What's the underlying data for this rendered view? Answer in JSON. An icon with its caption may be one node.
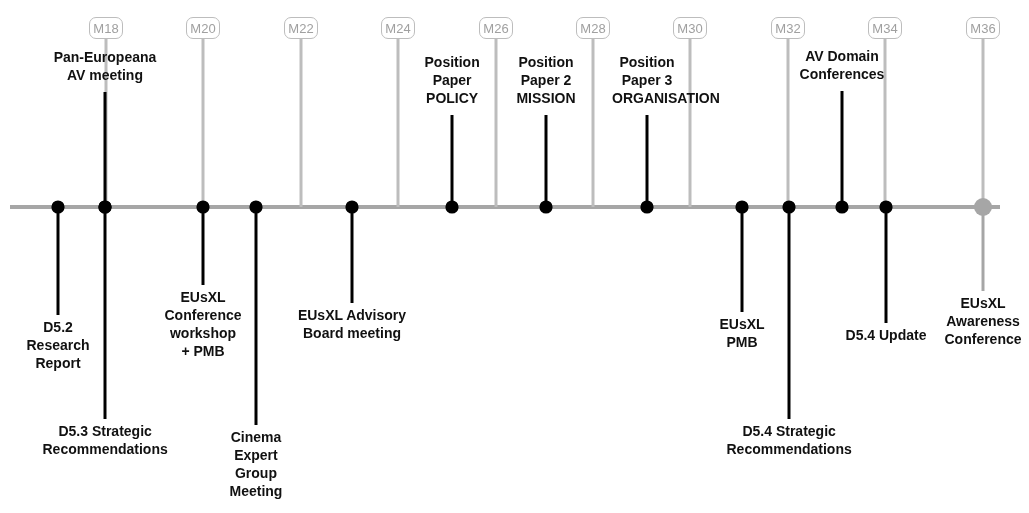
{
  "diagram": {
    "nodes": [
      {
        "text": [
          "M18"
        ]
      },
      {
        "text": [
          "M20"
        ]
      },
      {
        "text": [
          "M22"
        ]
      },
      {
        "text": [
          "M24"
        ]
      },
      {
        "text": [
          "M26"
        ]
      },
      {
        "text": [
          "M28"
        ]
      },
      {
        "text": [
          "M30"
        ]
      },
      {
        "text": [
          "M32"
        ]
      },
      {
        "text": [
          "M34"
        ]
      },
      {
        "text": [
          "M36"
        ]
      },
      {
        "text": [
          "Pan-Europeana AV meeting"
        ]
      },
      {
        "text": [
          "D5.2 Research Report"
        ]
      },
      {
        "text": [
          "D5.3 Strategic Recommendations"
        ]
      },
      {
        "text": [
          "EUsXL Conference workshop + PMB"
        ]
      },
      {
        "text": [
          "Cinema Expert Group Meeting"
        ]
      },
      {
        "text": [
          "EUsXL Advisory Board meeting"
        ]
      },
      {
        "text": [
          "Position Paper POLICY"
        ]
      },
      {
        "text": [
          "Position Paper 2 MISSION"
        ]
      },
      {
        "text": [
          "Position Paper 3 ORGANISATION"
        ]
      },
      {
        "text": [
          "EUsXL PMB"
        ]
      },
      {
        "text": [
          "D5.4 Strategic Recommendations"
        ]
      },
      {
        "text": [
          "AV Domain Conferences"
        ]
      },
      {
        "text": [
          "D5.4 Update"
        ]
      },
      {
        "text": [
          "EUsXL Awareness Conference"
        ]
      }
    ],
    "edges": [
      {
        "from": 0,
        "to": null,
        "arrow": "none",
        "color": "#bdbdbd"
      },
      {
        "from": 1,
        "to": null,
        "arrow": "none",
        "color": "#bdbdbd"
      },
      {
        "from": 2,
        "to": null,
        "arrow": "none",
        "color": "#bdbdbd"
      },
      {
        "from": 3,
        "to": null,
        "arrow": "none",
        "color": "#bdbdbd"
      },
      {
        "from": 4,
        "to": null,
        "arrow": "none",
        "color": "#bdbdbd"
      },
      {
        "from": 5,
        "to": null,
        "arrow": "none",
        "color": "#bdbdbd"
      },
      {
        "from": 6,
        "to": null,
        "arrow": "none",
        "color": "#bdbdbd"
      },
      {
        "from": 7,
        "to": null,
        "arrow": "none",
        "color": "#bdbdbd"
      },
      {
        "from": 8,
        "to": null,
        "arrow": "none",
        "color": "#bdbdbd"
      },
      {
        "from": 9,
        "to": null,
        "arrow": "none",
        "color": "#bdbdbd"
      },
      {
        "from": 10,
        "to": null,
        "arrow": "other"
      },
      {
        "from": 11,
        "to": null,
        "arrow": "other"
      },
      {
        "from": 12,
        "to": null,
        "arrow": "other"
      },
      {
        "from": 13,
        "to": null,
        "arrow": "other"
      },
      {
        "from": 14,
        "to": null,
        "arrow": "other"
      },
      {
        "from": 15,
        "to": null,
        "arrow": "other"
      },
      {
        "from": 16,
        "to": null,
        "arrow": "other"
      },
      {
        "from": 17,
        "to": null,
        "arrow": "other"
      },
      {
        "from": 18,
        "to": null,
        "arrow": "other"
      },
      {
        "from": 19,
        "to": null,
        "arrow": "other"
      },
      {
        "from": 20,
        "to": null,
        "arrow": "other"
      },
      {
        "from": 21,
        "to": null,
        "arrow": "other"
      },
      {
        "from": 22,
        "to": null,
        "arrow": "other"
      },
      {
        "from": 23,
        "to": null,
        "arrow": "other",
        "color": "#a6a6a6"
      }
    ]
  }
}
